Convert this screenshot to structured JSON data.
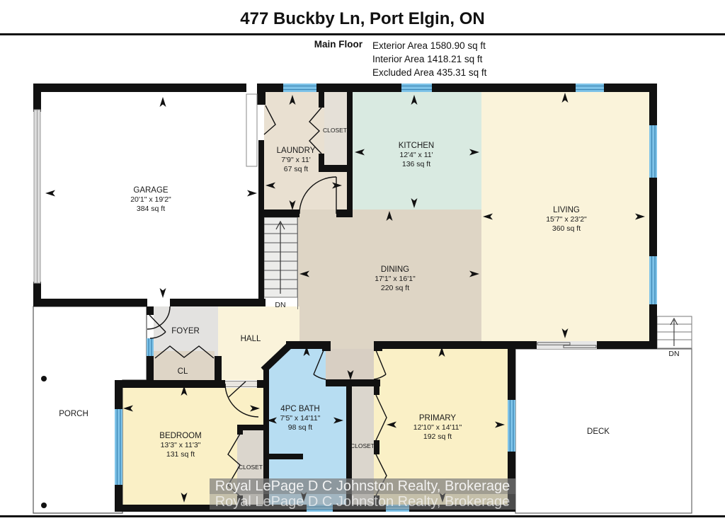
{
  "header": {
    "title": "477 Buckby Ln, Port Elgin, ON",
    "floor_label": "Main Floor",
    "stats": [
      "Exterior Area 1580.90 sq ft",
      "Interior Area 1418.21 sq ft",
      "Excluded Area 435.31 sq ft"
    ]
  },
  "rooms": {
    "garage": {
      "name": "GARAGE",
      "dims": "20'1\" x 19'2\"",
      "area": "384 sq ft"
    },
    "laundry": {
      "name": "LAUNDRY",
      "dims": "7'9\" x 11'",
      "area": "67 sq ft"
    },
    "kitchen": {
      "name": "KITCHEN",
      "dims": "12'4\" x 11'",
      "area": "136 sq ft"
    },
    "living": {
      "name": "LIVING",
      "dims": "15'7\" x 23'2\"",
      "area": "360 sq ft"
    },
    "dining": {
      "name": "DINING",
      "dims": "17'1\" x 16'1\"",
      "area": "220 sq ft"
    },
    "bedroom": {
      "name": "BEDROOM",
      "dims": "13'3\" x 11'3\"",
      "area": "131 sq ft"
    },
    "bath": {
      "name": "4PC BATH",
      "dims": "7'5\" x 14'11\"",
      "area": "98 sq ft"
    },
    "primary": {
      "name": "PRIMARY",
      "dims": "12'10\" x 14'11\"",
      "area": "192 sq ft"
    },
    "foyer": {
      "name": "FOYER"
    },
    "hall": {
      "name": "HALL"
    },
    "cl": {
      "name": "CL"
    },
    "closet_laundry": {
      "name": "CLOSET"
    },
    "closet_bedroom": {
      "name": "CLOSET"
    },
    "closet_primary": {
      "name": "CLOSET"
    },
    "porch": {
      "name": "PORCH"
    },
    "deck": {
      "name": "DECK"
    },
    "stairs_down_label": "DN",
    "deck_stairs_down_label": "DN"
  },
  "watermark": {
    "line1": "Royal LePage D C Johnston Realty, Brokerage",
    "line2": "Royal LePage D C Johnston Realty, Brokerage"
  },
  "colors": {
    "wall": "#111111",
    "garage": "#ffffff",
    "laundry": "#e9e0d1",
    "laundry_closet": "#e5e0d7",
    "kitchen": "#d9eae1",
    "living": "#faf3da",
    "hall": "#faf3da",
    "dining": "#ded5c5",
    "vestibule": "#d8cfc3",
    "foyer": "#e3e2e0",
    "cl": "#ded5c6",
    "bedroom": "#faf0c6",
    "primary": "#faf0c6",
    "bath": "#b7ddf2",
    "closet": "#dbd6cd",
    "window": "#7fc3e8",
    "window_stripe": "#3d87b5",
    "stairs": "#ececea"
  }
}
